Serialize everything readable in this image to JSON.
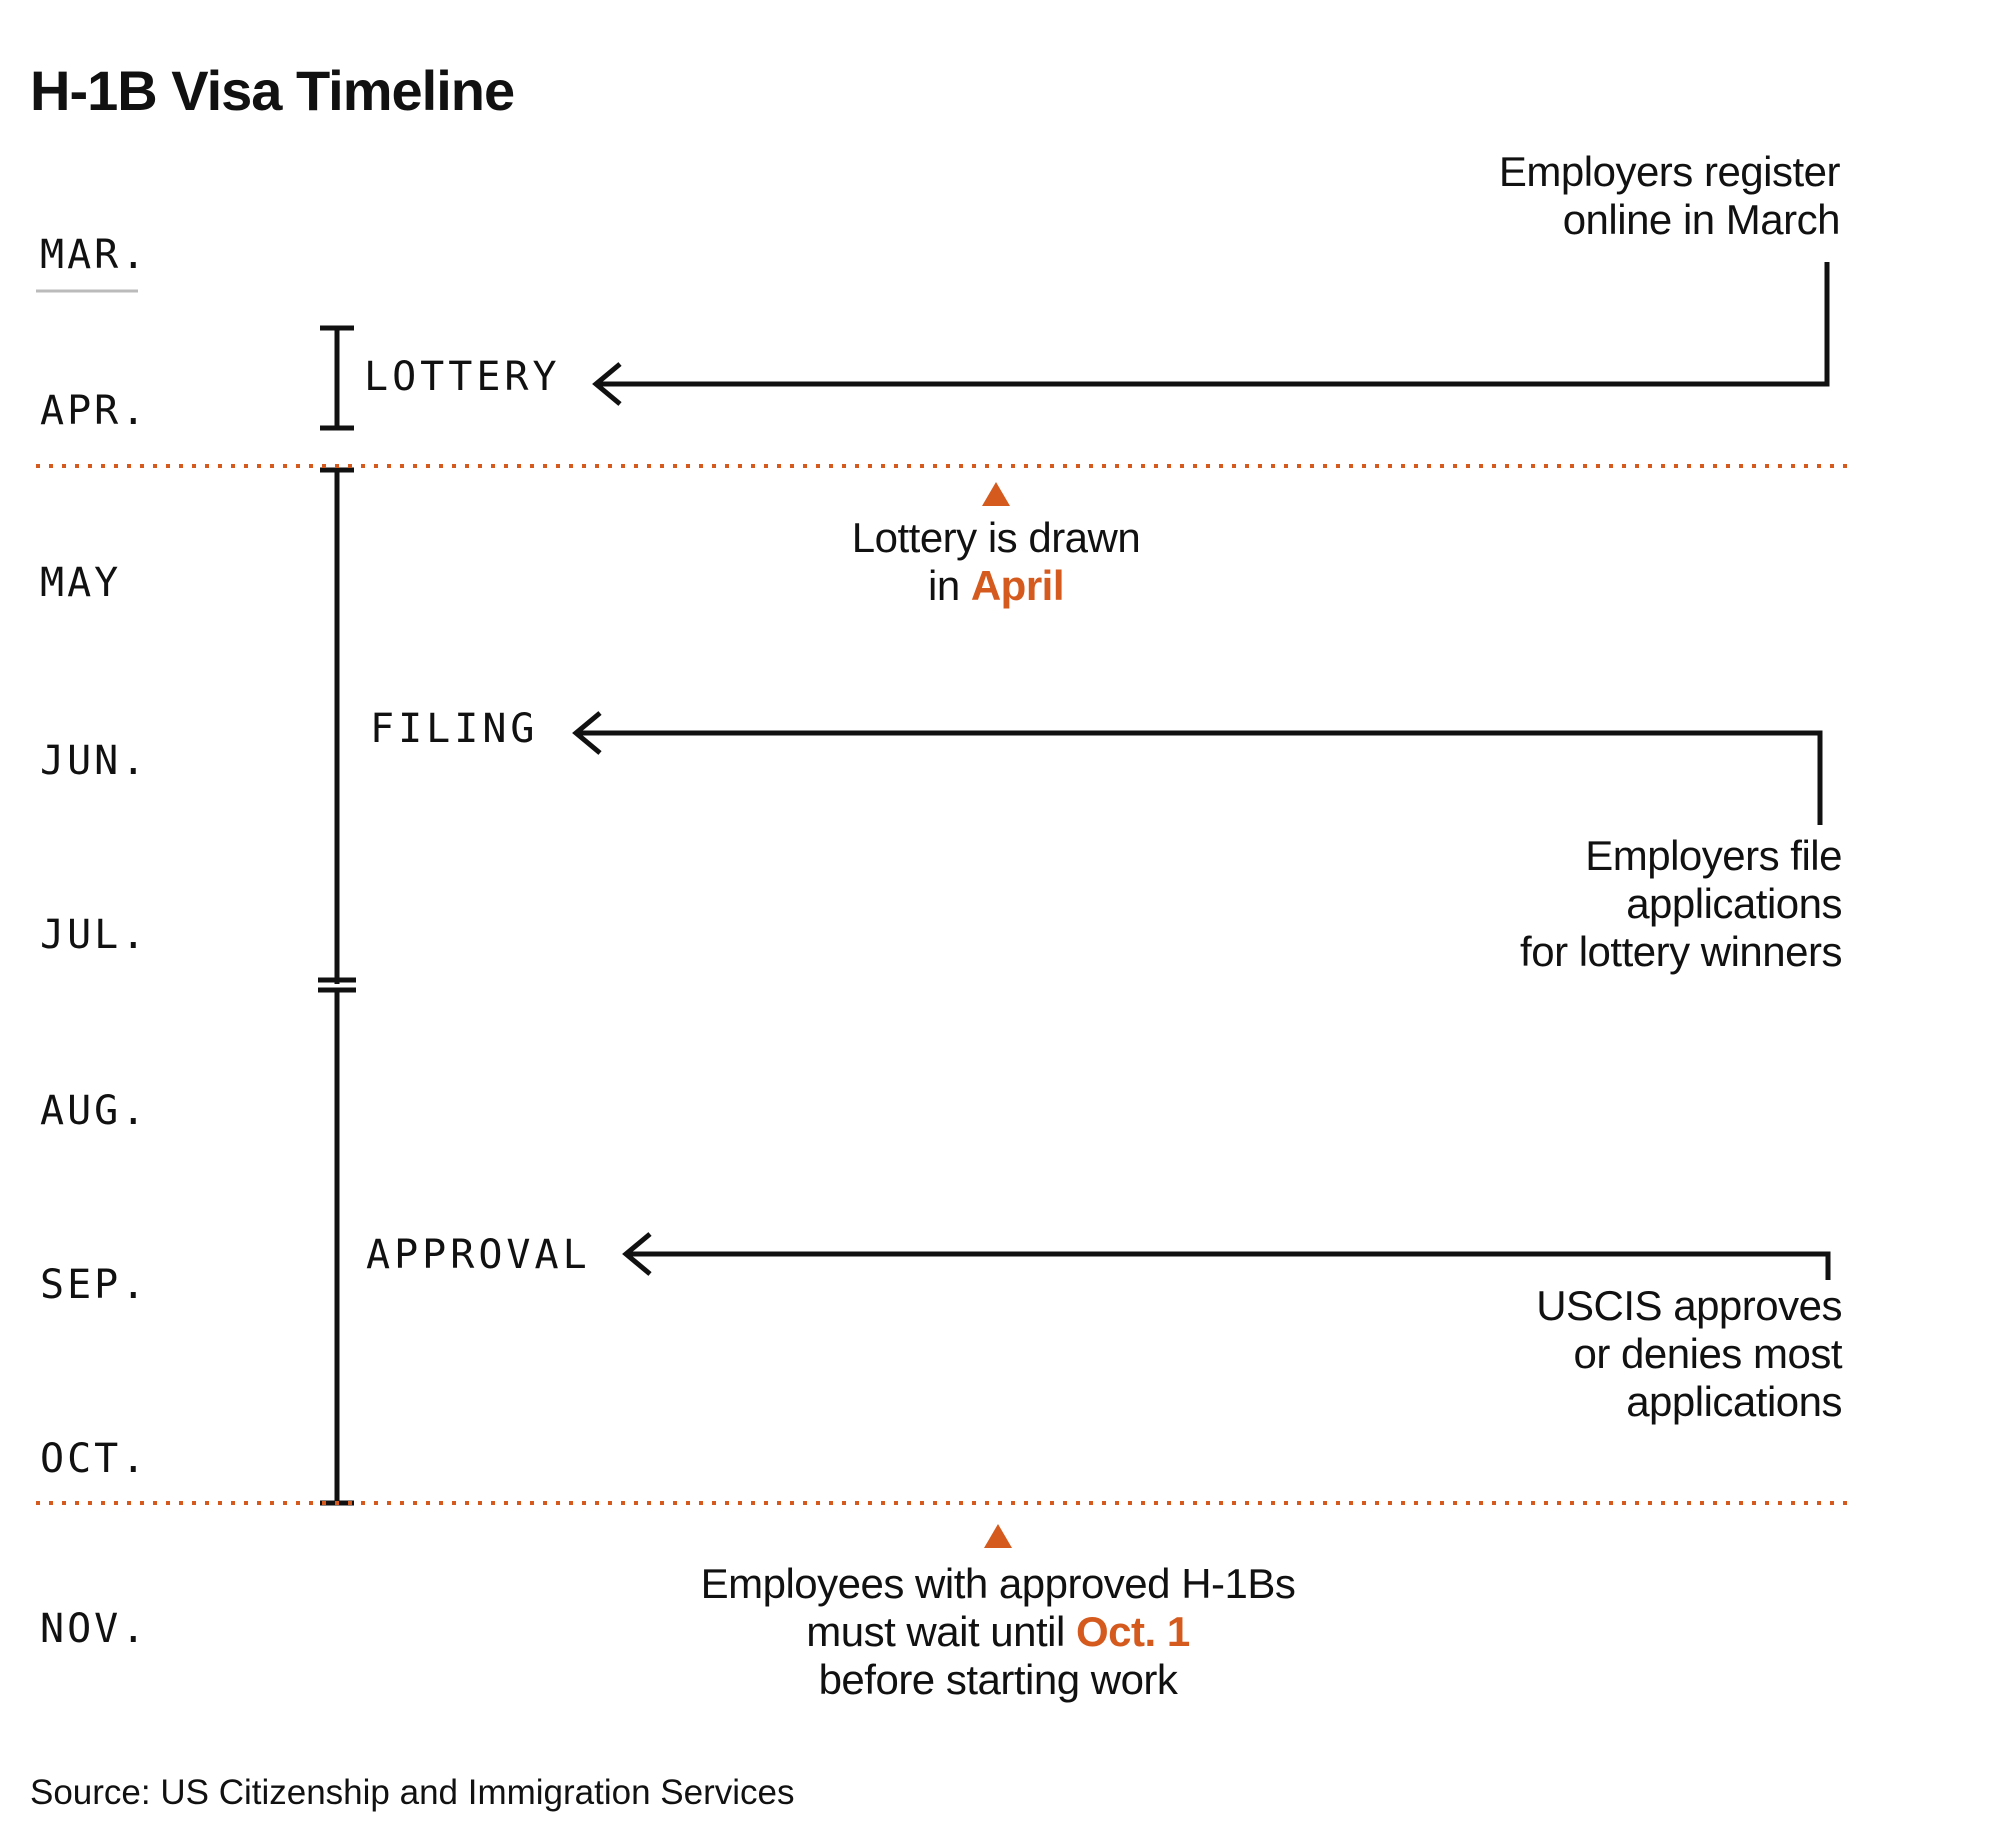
{
  "title": "H-1B Visa Timeline",
  "months": [
    "MAR.",
    "APR.",
    "MAY",
    "JUN.",
    "JUL.",
    "AUG.",
    "SEP.",
    "OCT.",
    "NOV."
  ],
  "phases": {
    "lottery": "LOTTERY",
    "filing": "FILING",
    "approval": "APPROVAL"
  },
  "notes": {
    "register": [
      "Employers register",
      "online in March"
    ],
    "lottery_drawn": {
      "line1": "Lottery is drawn",
      "line2_prefix": "in ",
      "line2_highlight": "April"
    },
    "file": [
      "Employers file",
      "applications",
      "for lottery winners"
    ],
    "approve": [
      "USCIS approves",
      "or denies most",
      "applications"
    ],
    "wait": {
      "line1": "Employees with approved H-1Bs",
      "line2_prefix": "must wait until ",
      "line2_highlight": "Oct. 1",
      "line3": "before starting work"
    }
  },
  "source": "Source: US Citizenship and Immigration Services",
  "colors": {
    "accent": "#d55a1e",
    "ink": "#111111",
    "rule": "#bbbbbb"
  }
}
